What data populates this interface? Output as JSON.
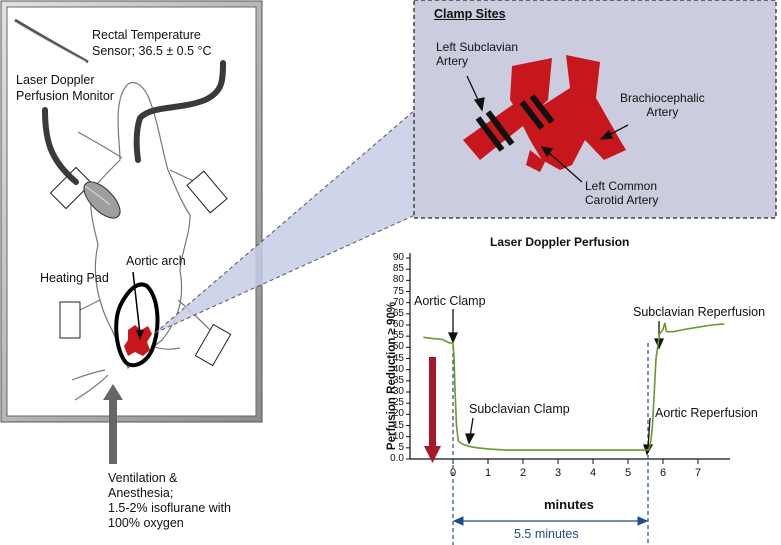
{
  "setup": {
    "rectal_line1": "Rectal Temperature",
    "rectal_line2": "Sensor; 36.5 ± 0.5 °C",
    "laser_line1": "Laser Doppler",
    "laser_line2": "Perfusion Monitor",
    "heating_pad": "Heating Pad",
    "aortic_arch": "Aortic arch",
    "vent_line1": "Ventilation &",
    "vent_line2": "Anesthesia;",
    "vent_line3": "1.5-2% isoflurane with",
    "vent_line4": "100% oxygen"
  },
  "inset": {
    "title": "Clamp Sites",
    "left_subclavian_1": "Left Subclavian",
    "left_subclavian_2": "Artery",
    "brachio_1": "Brachiocephalic",
    "brachio_2": "Artery",
    "lcc_1": "Left Common",
    "lcc_2": "Carotid Artery",
    "colors": {
      "background": "#ccccdf",
      "artery": "#c8161d",
      "clamp": "#111111"
    }
  },
  "chart": {
    "title": "Laser Doppler Perfusion",
    "ylabel": "Perfusion Reduction ≥ 90%",
    "xlabel": "minutes",
    "duration_label": "5.5 minutes",
    "annotations": {
      "aortic_clamp": "Aortic Clamp",
      "subclavian_clamp": "Subclavian Clamp",
      "subclavian_reperfusion": "Subclavian Reperfusion",
      "aortic_reperfusion": "Aortic Reperfusion"
    },
    "xticks": [
      "0",
      "1",
      "2",
      "3",
      "4",
      "5",
      "6",
      "7"
    ],
    "yticks": [
      "0.0",
      "5",
      "10",
      "15",
      "20",
      "25",
      "30",
      "35",
      "40",
      "45",
      "50",
      "55",
      "60",
      "65",
      "70",
      "75",
      "80",
      "85",
      "90"
    ],
    "colors": {
      "trace": "#6a9a2a",
      "arrow_down": "#a8182c",
      "span": "#1c4d8c"
    }
  },
  "chart_data": {
    "type": "line",
    "title": "Laser Doppler Perfusion",
    "xlabel": "minutes",
    "ylabel": "Perfusion Reduction ≥ 90%",
    "xlim": [
      -0.9,
      7.8
    ],
    "ylim": [
      0,
      90
    ],
    "grid": false,
    "series": [
      {
        "x": [
          -0.85,
          -0.6,
          -0.3,
          -0.1,
          0.0,
          0.03,
          0.06,
          0.1,
          0.15,
          0.2,
          0.25,
          0.3,
          0.4,
          0.5,
          0.7,
          1.0,
          1.5,
          2.0,
          3.0,
          4.0,
          5.0,
          5.5,
          5.6,
          5.65,
          5.7,
          5.8,
          5.9,
          6.0,
          6.05,
          6.1,
          6.3,
          6.6,
          7.0,
          7.4,
          7.75
        ],
        "y": [
          54.5,
          54,
          53.5,
          52,
          52,
          45,
          30,
          15,
          8,
          7.5,
          7,
          6.5,
          6,
          5.5,
          5,
          4.5,
          4,
          4,
          4,
          4,
          4,
          4,
          4.2,
          8,
          15,
          45,
          56,
          58,
          61,
          57,
          57,
          58,
          59,
          60,
          60.5
        ]
      }
    ],
    "annotations": [
      "Aortic Clamp",
      "Subclavian Clamp",
      "Subclavian Reperfusion",
      "Aortic Reperfusion"
    ],
    "span": {
      "from": 0,
      "to": 5.6,
      "label": "5.5 minutes"
    }
  }
}
